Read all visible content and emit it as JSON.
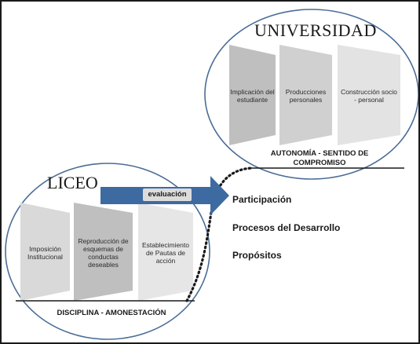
{
  "universidad": {
    "title": "UNIVERSIDAD",
    "boxes": [
      {
        "label": "Implicación del estudiante"
      },
      {
        "label": "Producciones personales"
      },
      {
        "label": "Construcción socio - personal"
      }
    ],
    "caption": "AUTONOMÍA - SENTIDO DE COMPROMISO"
  },
  "liceo": {
    "title": "LICEO",
    "boxes": [
      {
        "label": "Imposición Institucional"
      },
      {
        "label": "Reproducción de esquemas de conductas deseables"
      },
      {
        "label": "Establecimiento de Pautas de acción"
      }
    ],
    "caption": "DISCIPLINA - AMONESTACIÓN"
  },
  "arrow": {
    "label": "evaluación"
  },
  "right_items": [
    "Participación",
    "Procesos del Desarrollo",
    "Propósitos"
  ],
  "colors": {
    "ellipse_stroke": "#4a6d96",
    "arrow_fill": "#3e6aa2",
    "box_light": "#d9d9d9",
    "box_mid": "#bfbfbf",
    "box_pale": "#e6e6e6"
  }
}
